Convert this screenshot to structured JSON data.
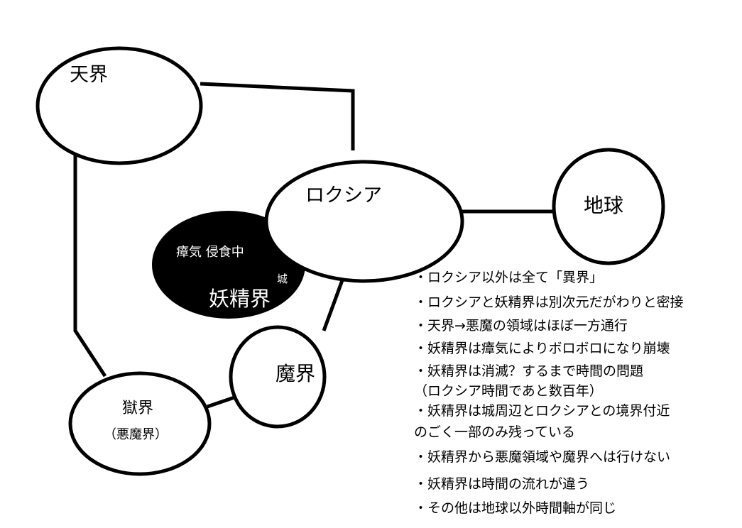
{
  "nodes": {
    "tenkai": "天界",
    "roxia": "ロクシア",
    "chikyu": "地球",
    "yoseikai": "妖精界",
    "shoki": "瘴気 侵食中",
    "castle": "城",
    "makai": "魔界",
    "gokukai": "獄界",
    "gokukai_sub": "（悪魔界）"
  },
  "notes": [
    "・ロクシア以外は全て「異界」",
    "・ロクシアと妖精界は別次元だがわりと密接",
    "・天界→悪魔の領域はほぼ一方通行",
    "・妖精界は瘴気によりボロボロになり崩壊",
    "・妖精界は消滅？するまで時間の問題",
    "（ロクシア時間であと数百年）",
    "・妖精界は城周辺とロクシアとの境界付近",
    "のごく一部のみ残っている",
    "・妖精界から悪魔領域や魔界へは行けない",
    "・妖精界は時間の流れが違う",
    "・その他は地球以外時間軸が同じ"
  ],
  "colors": {
    "background": "#ffffff",
    "ink": "#000000",
    "inverse_text": "#ffffff"
  }
}
